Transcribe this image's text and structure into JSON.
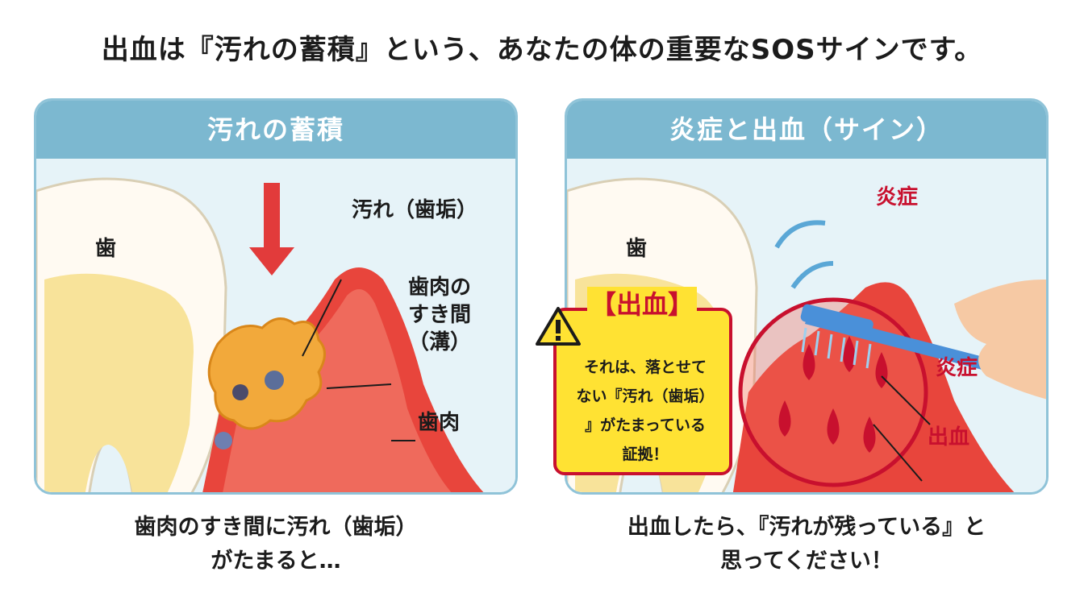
{
  "headline": "出血は『汚れの蓄積』という、あなたの体の重要なSOSサインです。",
  "left_panel": {
    "title": "汚れの蓄積",
    "labels": {
      "tooth": "歯",
      "plaque": "汚れ（歯垢）",
      "gap": "歯肉の\nすき間\n（溝）",
      "gum": "歯肉"
    },
    "caption": "歯肉のすき間に汚れ（歯垢）\nがたまると…"
  },
  "right_panel": {
    "title": "炎症と出血（サイン）",
    "labels": {
      "tooth": "歯",
      "inflammation_top": "炎症",
      "inflammation_side": "炎症",
      "bleeding": "出血"
    },
    "callout": {
      "title": "【出血】",
      "body": "それは、落とせて\nない『汚れ（歯垢）\n』がたまっている\n証拠！"
    },
    "caption": "出血したら、『汚れが残っている』と\n思ってください！"
  },
  "colors": {
    "panel_header": "#7cb8d0",
    "panel_border": "#8fc3d8",
    "gum": "#e8453c",
    "plaque": "#f2a93b",
    "tooth": "#fffaf0",
    "callout_bg": "#ffe233",
    "accent_red": "#c8102e",
    "brush": "#4a90d9"
  }
}
